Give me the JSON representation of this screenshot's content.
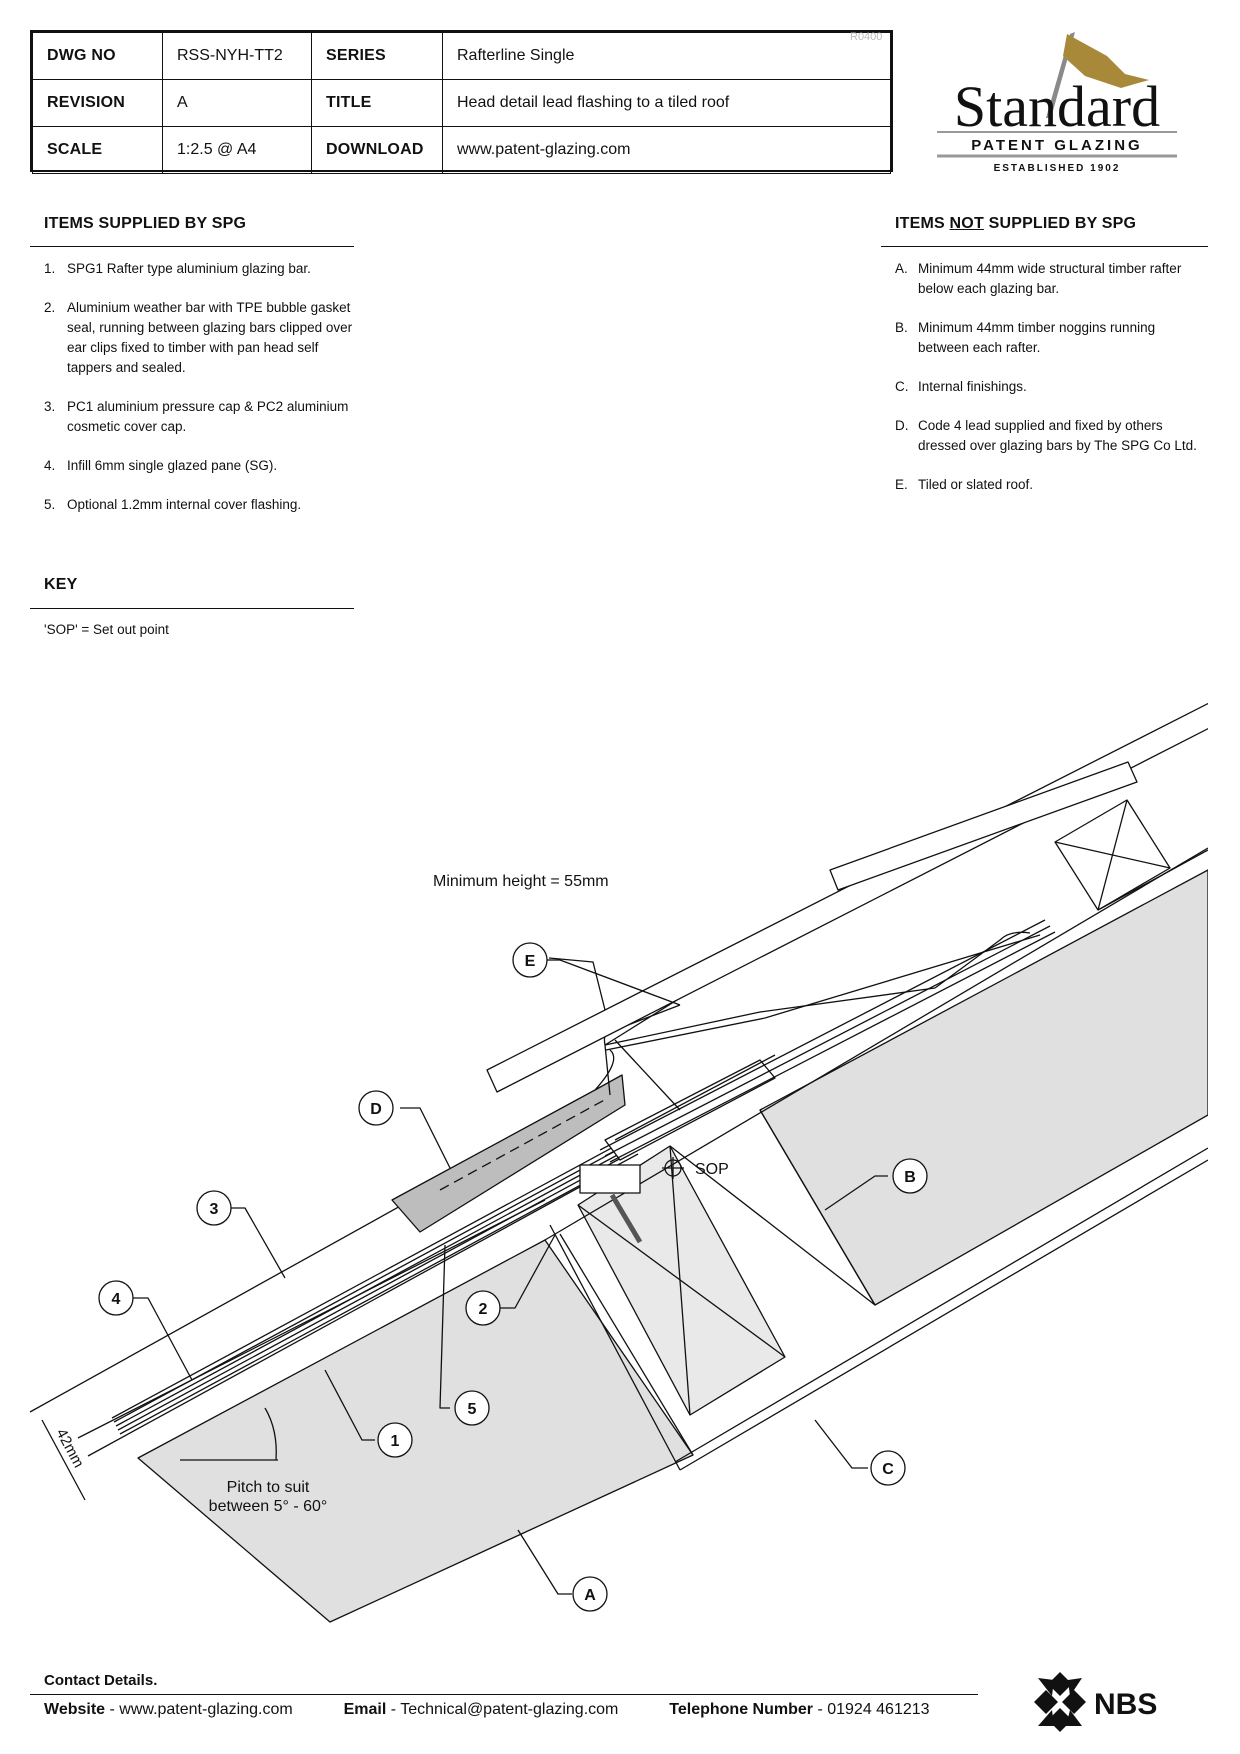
{
  "title_block": {
    "dwg_no_label": "DWG NO",
    "dwg_no": "RSS-NYH-TT2",
    "series_label": "SERIES",
    "series": "Rafterline Single",
    "revision_label": "REVISION",
    "revision": "A",
    "title_label": "TITLE",
    "title": "Head detail lead flashing to a tiled roof",
    "scale_label": "SCALE",
    "scale": "1:2.5 @ A4",
    "download_label": "DOWNLOAD",
    "download": "www.patent-glazing.com",
    "revision_code": "R0400"
  },
  "logo": {
    "brand": "Standard",
    "subtitle": "PATENT GLAZING",
    "established": "ESTABLISHED 1902",
    "gold": "#a8893a",
    "gray": "#888"
  },
  "supplied": {
    "heading": "ITEMS SUPPLIED BY SPG",
    "items": [
      {
        "num": "1.",
        "text": "SPG1 Rafter type aluminium glazing bar."
      },
      {
        "num": "2.",
        "text": "Aluminium weather bar with TPE bubble gasket seal, running between glazing bars clipped over ear clips fixed to timber with pan head self tappers and sealed."
      },
      {
        "num": "3.",
        "text": "PC1 aluminium pressure cap & PC2 aluminium cosmetic cover cap."
      },
      {
        "num": "4.",
        "text": "Infill 6mm single glazed pane (SG)."
      },
      {
        "num": "5.",
        "text": "Optional 1.2mm internal cover flashing."
      }
    ]
  },
  "not_supplied": {
    "heading_pre": "ITEMS ",
    "heading_ul": "NOT",
    "heading_post": " SUPPLIED BY SPG",
    "items": [
      {
        "num": "A.",
        "text": "Minimum 44mm wide structural timber rafter below each glazing bar."
      },
      {
        "num": "B.",
        "text": "Minimum 44mm timber noggins running between each rafter."
      },
      {
        "num": "C.",
        "text": "Internal finishings."
      },
      {
        "num": "D.",
        "text": "Code 4 lead supplied and fixed by others dressed over glazing bars by The SPG Co Ltd."
      },
      {
        "num": "E.",
        "text": "Tiled or slated roof."
      }
    ]
  },
  "key": {
    "heading": "KEY",
    "text": "'SOP' = Set out point"
  },
  "drawing": {
    "min_height": "Minimum height = 55mm",
    "sop": "SOP",
    "dim_42": "42mm",
    "pitch_line1": "Pitch to suit",
    "pitch_line2": "between 5° - 60°",
    "callouts": {
      "e": "E",
      "d": "D",
      "b": "B",
      "c": "C",
      "a": "A",
      "n1": "1",
      "n2": "2",
      "n3": "3",
      "n4": "4",
      "n5": "5"
    },
    "timber_fill": "#e0e0e0",
    "lead_fill": "#bdbdbd"
  },
  "footer": {
    "contact_heading": "Contact Details.",
    "website_label": "Website",
    "website": "www.patent-glazing.com",
    "email_label": "Email",
    "email": "Technical@patent-glazing.com",
    "phone_label": "Telephone Number",
    "phone": "01924 461213",
    "sep": " - "
  },
  "nbs": {
    "text": "NBS"
  }
}
